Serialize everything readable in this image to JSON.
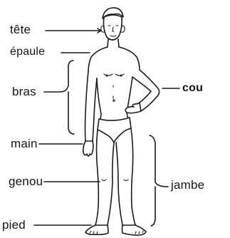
{
  "labels": {
    "tete": "tête",
    "epaule": "épaule",
    "bras": "bras",
    "cou": "cou",
    "main": "main",
    "genou": "genou",
    "jambe": "jambe",
    "pied": "pied"
  },
  "colors": {
    "ink": "#1a1a1a",
    "background": "#ffffff"
  }
}
